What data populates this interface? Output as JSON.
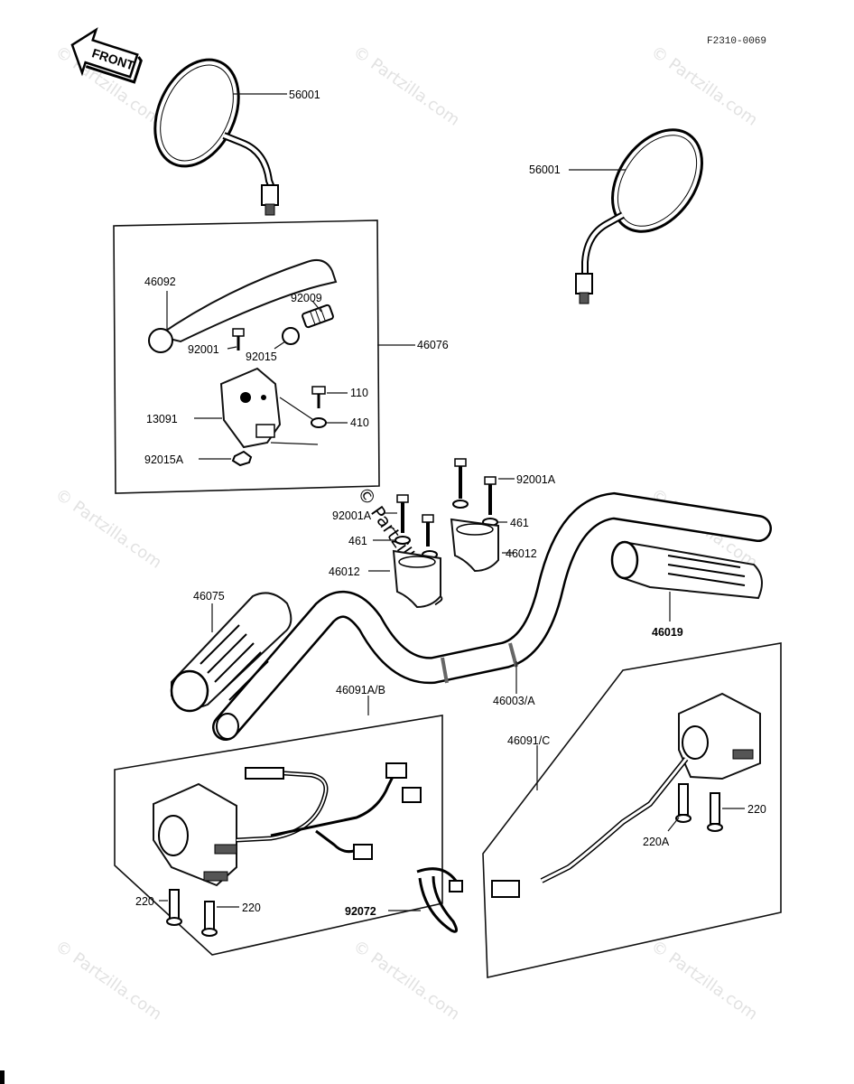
{
  "diagram_code": "F2310-0069",
  "front_arrow_label": "FRONT",
  "watermark": "© Partzilla.com",
  "callouts": {
    "mirror_left": "56001",
    "mirror_right": "56001",
    "lever": "46092",
    "adjuster": "92009",
    "bolt_92001": "92001",
    "washer_92015": "92015",
    "lever_assy": "46076",
    "bolt_110": "110",
    "bracket": "13091",
    "washer_410": "410",
    "nut_92015a": "92015A",
    "bolt_92001a_left": "92001A",
    "bolt_92001a_right": "92001A",
    "washer_461_left": "461",
    "washer_461_right": "461",
    "holder_left": "46012",
    "holder_right": "46012",
    "grip_left": "46075",
    "grip_right": "46019",
    "handlebar": "46003/A",
    "switch_left_assy": "46091A/B",
    "switch_right_assy": "46091/C",
    "screw_220_left_a": "220",
    "screw_220_left_b": "220",
    "screw_220_right": "220",
    "screw_220a": "220A",
    "clamp": "92072"
  }
}
